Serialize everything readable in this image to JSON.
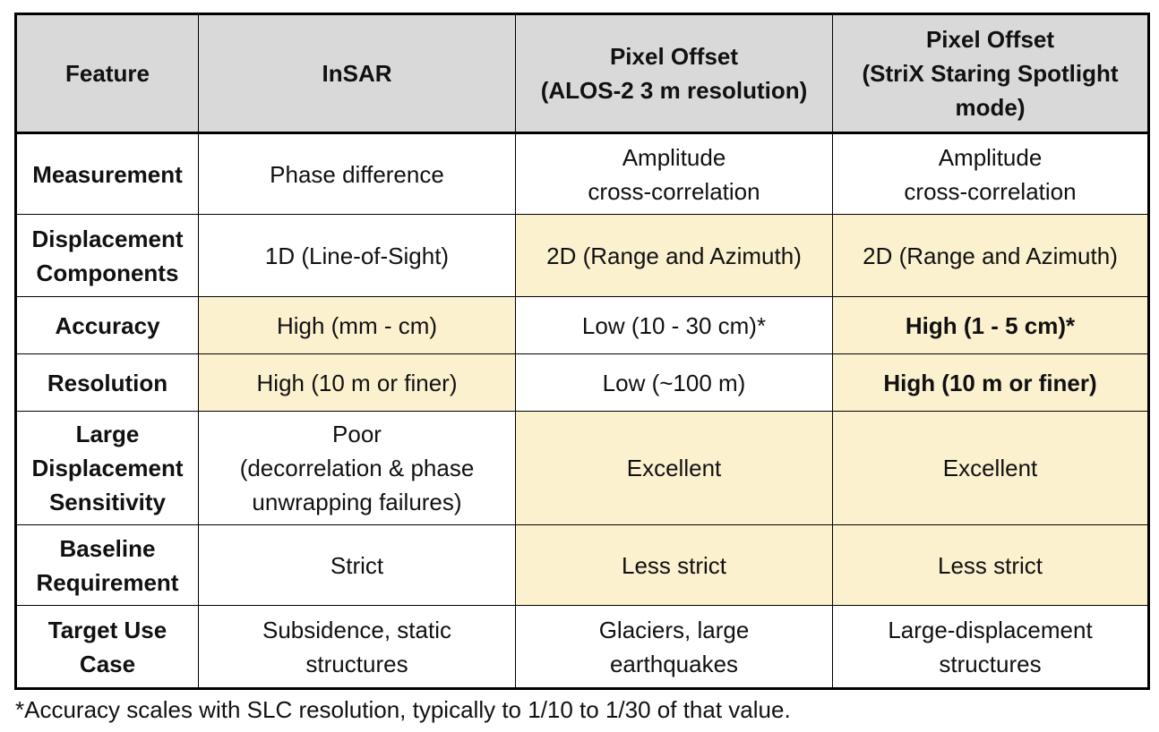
{
  "table": {
    "headers": [
      "Feature",
      "InSAR",
      "Pixel Offset\n(ALOS-2 3 m resolution)",
      "Pixel Offset\n(StriX Staring Spotlight\nmode)"
    ],
    "rows": [
      {
        "feature": "Measurement",
        "cells": [
          "Phase difference",
          "Amplitude\ncross-correlation",
          "Amplitude\ncross-correlation"
        ]
      },
      {
        "feature": "Displacement\nComponents",
        "cells": [
          "1D (Line-of-Sight)",
          "2D (Range and Azimuth)",
          "2D (Range and Azimuth)"
        ]
      },
      {
        "feature": "Accuracy",
        "cells": [
          "High (mm - cm)",
          "Low (10 - 30 cm)*",
          "High (1 - 5 cm)*"
        ]
      },
      {
        "feature": "Resolution",
        "cells": [
          "High (10 m or finer)",
          "Low (~100 m)",
          "High (10 m or finer)"
        ]
      },
      {
        "feature": "Large\nDisplacement\nSensitivity",
        "cells": [
          "Poor\n(decorrelation & phase\nunwrapping failures)",
          "Excellent",
          "Excellent"
        ]
      },
      {
        "feature": "Baseline\nRequirement",
        "cells": [
          "Strict",
          "Less strict",
          "Less strict"
        ]
      },
      {
        "feature": "Target Use\nCase",
        "cells": [
          "Subsidence, static\nstructures",
          "Glaciers, large\nearthquakes",
          "Large-displacement\nstructures"
        ]
      }
    ]
  },
  "footnote": "*Accuracy scales with SLC resolution, typically to 1/10 to 1/30 of that value.",
  "colors": {
    "header_background": "#d9d9d9",
    "highlight_background": "#fcf1cf",
    "border": "#000000"
  }
}
